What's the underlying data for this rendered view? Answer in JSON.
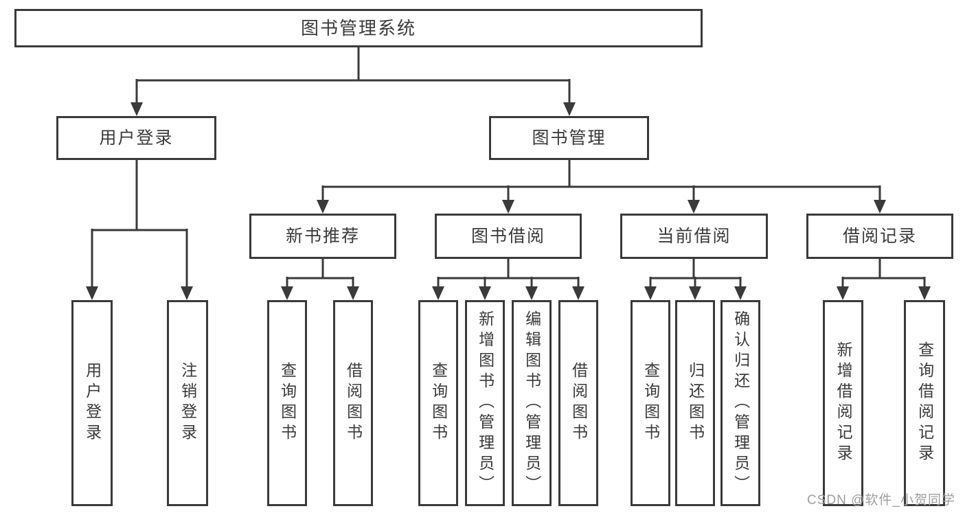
{
  "diagram": {
    "title": "图书管理系统",
    "nodes": {
      "root": "图书管理系统",
      "user_login": "用户登录",
      "book_management": "图书管理",
      "new_book_recommend": "新书推荐",
      "book_borrow": "图书借阅",
      "current_borrow": "当前借阅",
      "borrow_record": "借阅记录",
      "leaves": {
        "user_login": [
          "用户登录",
          "注销登录"
        ],
        "new_book_recommend": [
          "查询图书",
          "借阅图书"
        ],
        "book_borrow": [
          "查询图书",
          "新增图书（管理员）",
          "编辑图书（管理员）",
          "借阅图书"
        ],
        "current_borrow": [
          "查询图书",
          "归还图书",
          "确认归还（管理员）"
        ],
        "borrow_record": [
          "新增借阅记录",
          "查询借阅记录"
        ]
      }
    },
    "colors": {
      "line": "#3a3a3a",
      "text": "#3a3a3a",
      "box_background": "#ffffff",
      "watermark": "#9e9e9e"
    },
    "watermark": "CSDN @软件_小贺同学"
  }
}
